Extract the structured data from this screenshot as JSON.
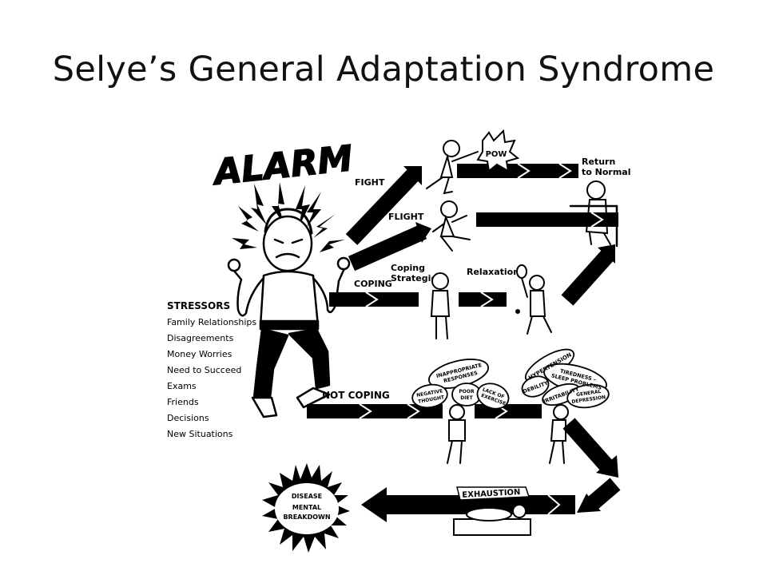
{
  "slide": {
    "title": "Selye’s General Adaptation Syndrome"
  },
  "diagram": {
    "alarm": "ALARM",
    "paths": {
      "fight": "FIGHT",
      "flight": "FLIGHT",
      "coping": "COPING",
      "not_coping": "NOT COPING"
    },
    "pow": "POW",
    "return_normal": [
      "Return",
      "to Normal"
    ],
    "coping_strategies": [
      "Coping",
      "Strategies"
    ],
    "relaxation": "Relaxation",
    "stressors": {
      "heading": "STRESSORS",
      "items": [
        "Family Relationships",
        "Disagreements",
        "Money Worries",
        "Need to Succeed",
        "Exams",
        "Friends",
        "Decisions",
        "New Situations"
      ]
    },
    "not_coping_clouds": {
      "inappropriate": [
        "INAPPROPRIATE",
        "RESPONSES"
      ],
      "negative": [
        "NEGATIVE",
        "THOUGHT"
      ],
      "poor_diet": [
        "POOR",
        "DIET"
      ],
      "lack_exercise": [
        "LACK OF",
        "EXERCISE"
      ],
      "hypertension": "HYPERTENSION",
      "tiredness": [
        "TIREDNESS –",
        "SLEEP PROBLEMS"
      ],
      "debility": "DEBILITY",
      "irritability": "IRRITABILITY",
      "depression": [
        "GENERAL",
        "DEPRESSION"
      ]
    },
    "exhaustion": "EXHAUSTION",
    "disease": [
      "DISEASE",
      "MENTAL",
      "BREAKDOWN"
    ]
  }
}
